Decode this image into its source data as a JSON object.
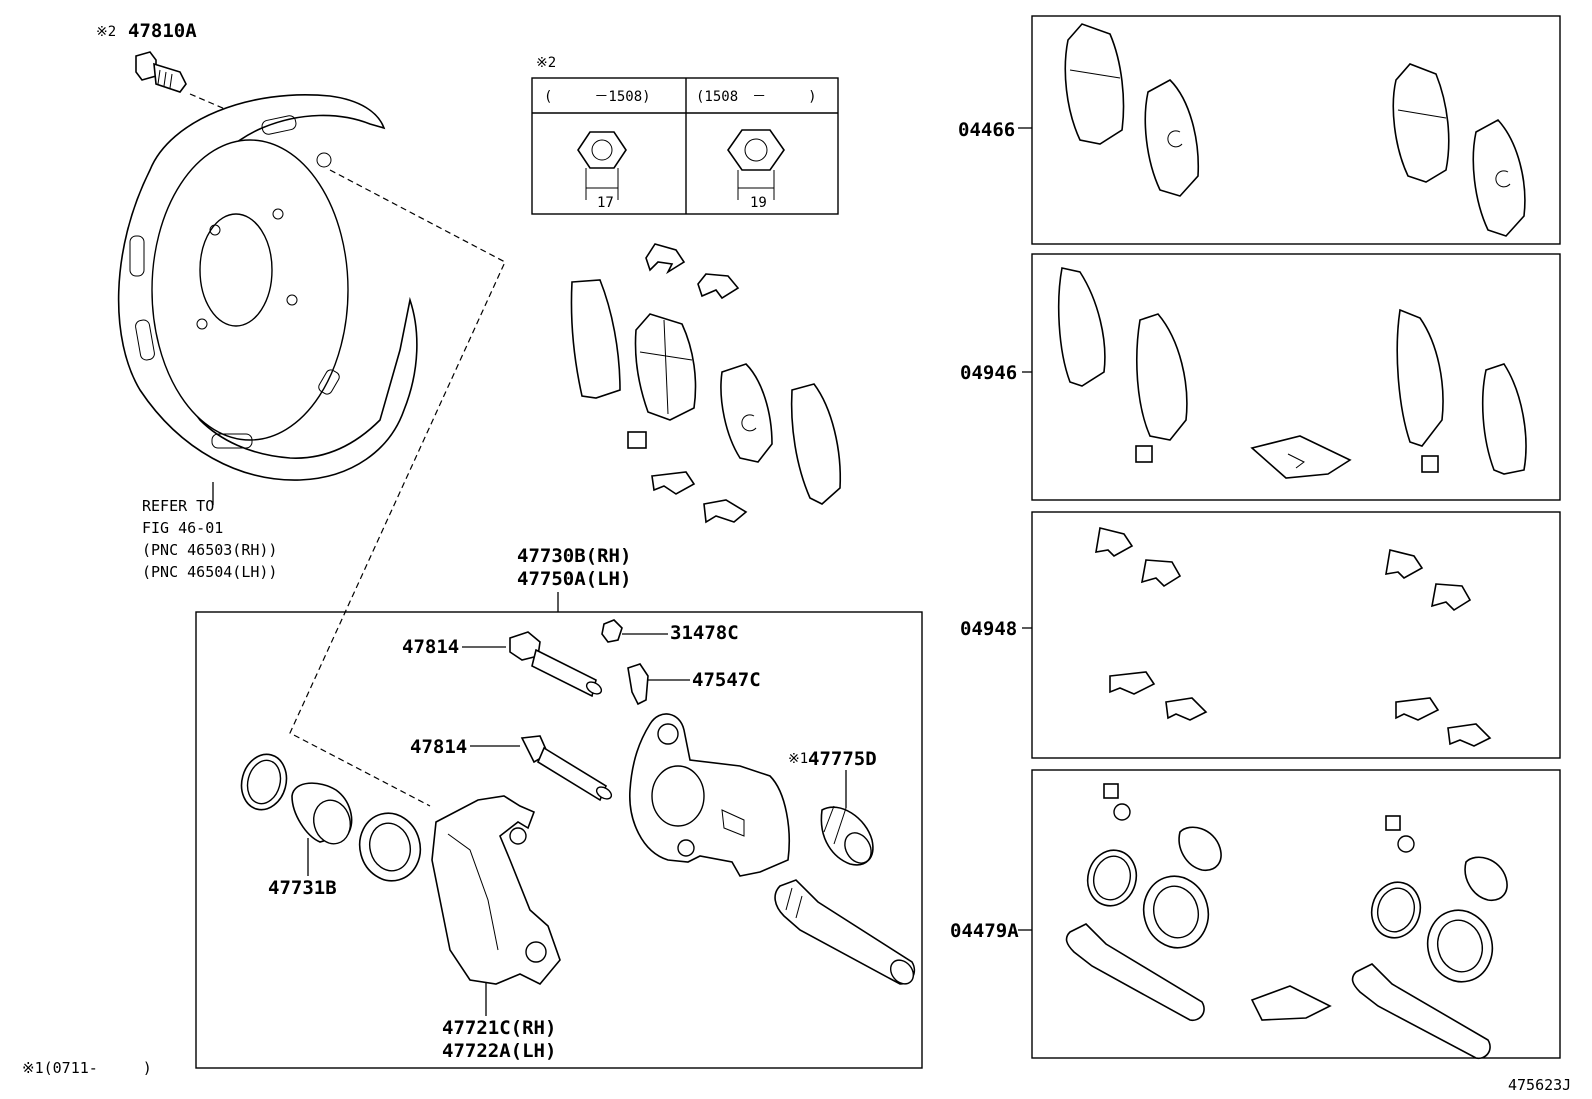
{
  "callouts": {
    "bolt_note": "※2",
    "bolt": "47810A",
    "shield_ref": [
      "REFER TO",
      "FIG 46-01",
      "(PNC 46503(RH))",
      "(PNC 46504(LH))"
    ],
    "caliper_assy": [
      "47730B(RH)",
      "47750A(LH)"
    ],
    "pin_upper": "47814",
    "pin_lower": "47814",
    "cap": "31478C",
    "bleeder": "47547C",
    "boot_note": "※1",
    "boot": "47775D",
    "piston_kit": "47731B",
    "mounting": [
      "47721C(RH)",
      "47722A(LH)"
    ]
  },
  "variant_table": {
    "note": "※2",
    "col1_header": "(　　　－1508)",
    "col2_header": "(1508　－　　　)",
    "col1_size": "17",
    "col2_size": "19"
  },
  "kits": [
    {
      "code": "04466"
    },
    {
      "code": "04946"
    },
    {
      "code": "04948"
    },
    {
      "code": "04479A"
    }
  ],
  "footnote": "※1(0711-　　　)",
  "illustration_id": "475623J"
}
